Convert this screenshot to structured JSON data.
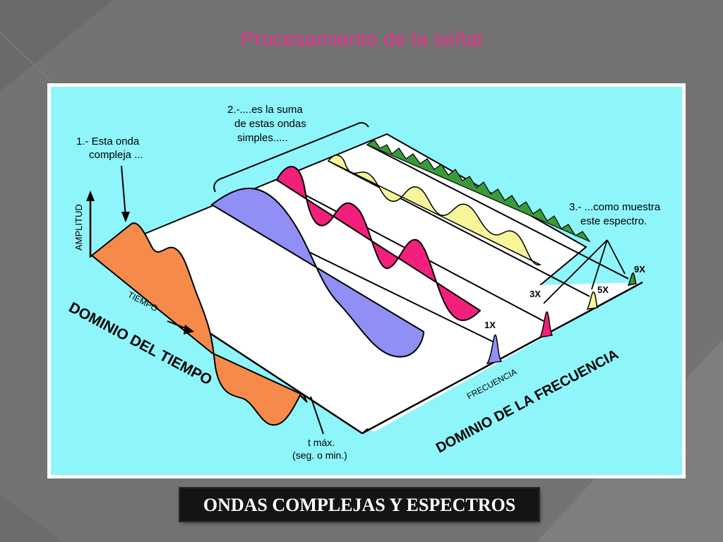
{
  "slide": {
    "title": "Procesamiento de la señal",
    "caption": "ONDAS COMPLEJAS Y ESPECTROS"
  },
  "diagram": {
    "note1": [
      "1.- Esta onda",
      "compleja ..."
    ],
    "note2": [
      "2.-....es la suma",
      "de estas ondas",
      "simples....."
    ],
    "note3": [
      "3.- ...como muestra",
      "este espectro."
    ],
    "amplitude_label": "AMPLITUD",
    "time_label": "TIEMPO",
    "time_domain": "DOMINIO DEL TIEMPO",
    "frequency_label": "FRECUENCIA",
    "frequency_domain": "DOMINIO DE LA FRECUENCIA",
    "tmax": [
      "t máx.",
      "(seg. o min.)"
    ],
    "harmonics": [
      "1X",
      "3X",
      "5X",
      "9X"
    ]
  },
  "colors": {
    "background": "#737373",
    "title": "#e8308a",
    "figure_bg": "#8ef5fb",
    "complex_wave": "#f58a4a",
    "fundamental_wave": "#8f8ff5",
    "third_harmonic": "#f2207a",
    "fifth_harmonic": "#f7f59a",
    "ninth_harmonic": "#3a9a3a"
  }
}
